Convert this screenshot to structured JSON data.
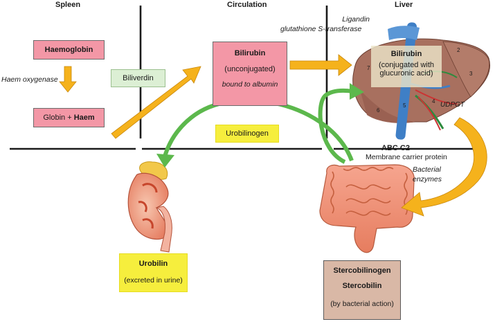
{
  "headers": {
    "spleen": "Spleen",
    "circulation": "Circulation",
    "liver": "Liver"
  },
  "spleen": {
    "haemoglobin": "Haemoglobin",
    "haem_oxygenase": "Haem oxygenase",
    "globin_plus": "Globin + ",
    "haem": "Haem"
  },
  "biliverdin": "Biliverdin",
  "circulation_box": {
    "title": "Bilirubin",
    "state": "(unconjugated)",
    "carrier": "bound to albumin"
  },
  "ligandin": {
    "line1": "Ligandin",
    "line2": "glutathione S-transferase"
  },
  "liver_box": {
    "title": "Bilirubin",
    "line1": "(conjugated with",
    "line2": "glucuronic acid)"
  },
  "liver_segments": [
    "2",
    "3",
    "4",
    "5",
    "6",
    "7"
  ],
  "udpgt": "UDPGT",
  "urobilinogen": "Urobilinogen",
  "abc": {
    "title": "ABC C2",
    "subtitle": "Membrane carrier protein"
  },
  "bacterial": {
    "line1": "Bacterial",
    "line2": "enzymes"
  },
  "urobilin": {
    "title": "Urobilin",
    "note": "(excreted in urine)"
  },
  "stercobilin": {
    "line1": "Stercobilinogen",
    "line2": "Stercobilin",
    "note": "(by bacterial action)"
  },
  "colors": {
    "pink_box": "#f397a6",
    "yellow_box": "#f6ee3d",
    "mint_box": "#dcefd4",
    "tan_box": "#d9b8a6",
    "orange_arrow": "#f5b21c",
    "green_arrow": "#5cb84c",
    "red_text": "#c8102e"
  }
}
